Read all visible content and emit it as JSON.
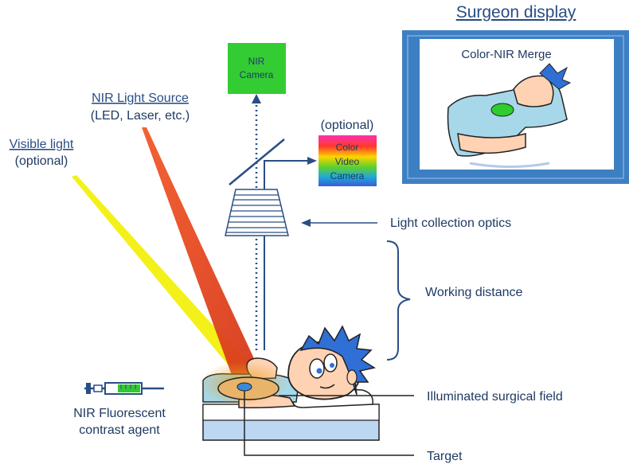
{
  "surgeon_display": {
    "title": "Surgeon display",
    "screen_label": "Color-NIR Merge"
  },
  "nir_camera": {
    "line1": "NIR",
    "line2": "Camera"
  },
  "color_camera": {
    "optional_note": "(optional)",
    "line1": "Color",
    "line2": "Video",
    "line3": "Camera"
  },
  "nir_light_source": {
    "title": "NIR Light Source",
    "subtitle": "(LED, Laser, etc.)"
  },
  "visible_light": {
    "title": "Visible light",
    "subtitle": "(optional)"
  },
  "labels": {
    "light_collection_optics": "Light collection optics",
    "working_distance": "Working distance",
    "illuminated_surgical_field": "Illuminated surgical field",
    "target": "Target"
  },
  "contrast_agent": {
    "line1": "NIR Fluorescent",
    "line2": "contrast agent"
  },
  "colors": {
    "monitor_frame": "#3d7fc3",
    "nir_camera_box": "#33cc33",
    "nir_beam": "#e8401c",
    "visible_beam": "#f2f000",
    "label_text": "#1f3a63",
    "link_text": "#2a4d85",
    "fluorescent_spot": "#2ecc2e",
    "patient_hair": "#2f6fd6",
    "patient_gown": "#a7d8ea",
    "patient_skin": "#ffd2b4"
  }
}
